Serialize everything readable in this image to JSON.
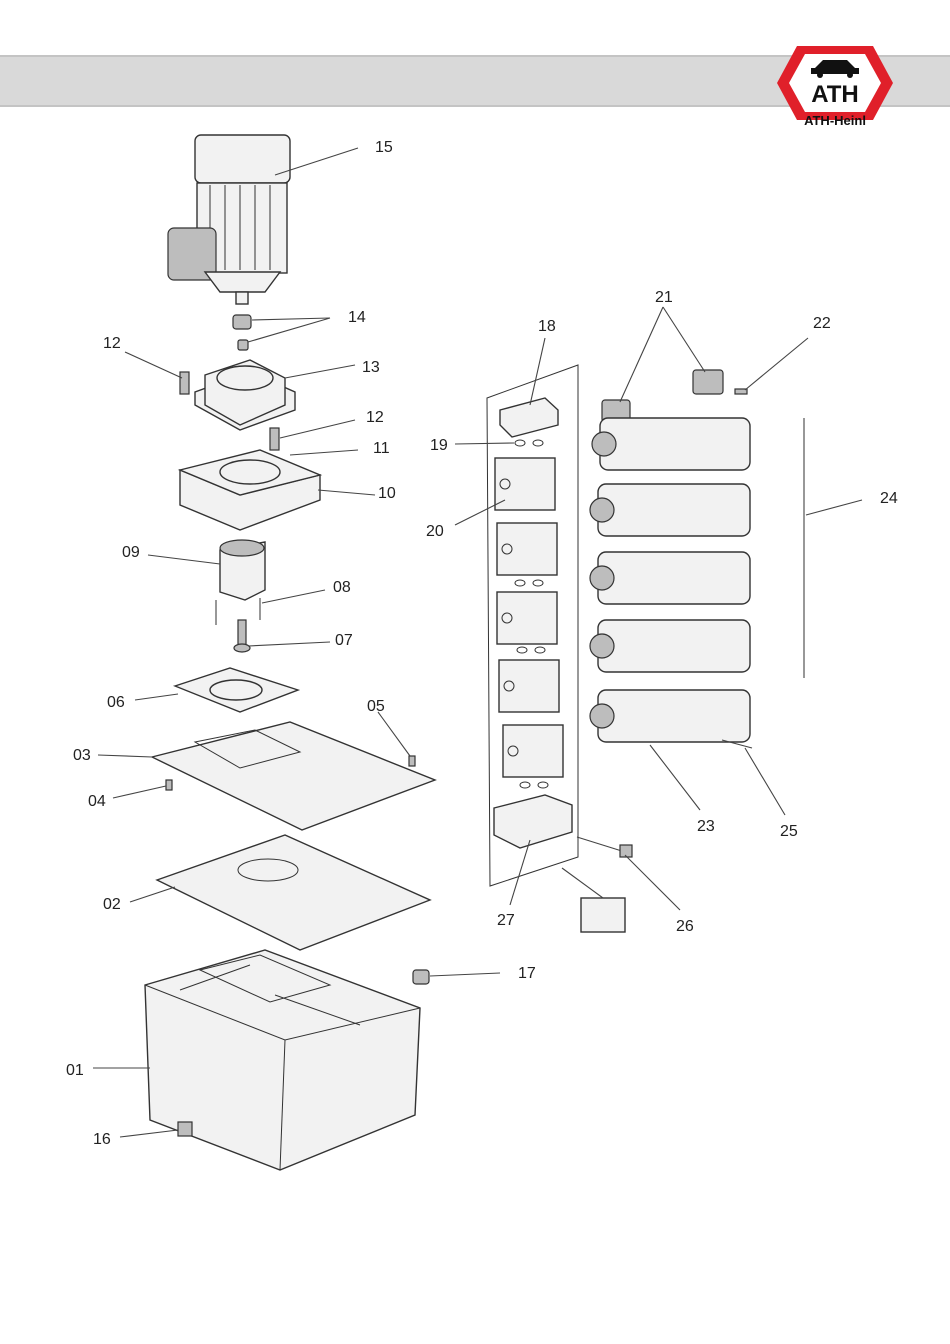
{
  "brand": {
    "logo_text": "ATH",
    "caption": "ATH-Heinl",
    "color": "#e0202a"
  },
  "parts": {
    "p01": "01",
    "p02": "02",
    "p03": "03",
    "p04": "04",
    "p05": "05",
    "p06": "06",
    "p07": "07",
    "p08": "08",
    "p09": "09",
    "p10": "10",
    "p11": "11",
    "p12a": "12",
    "p12b": "12",
    "p13": "13",
    "p14": "14",
    "p15": "15",
    "p16": "16",
    "p17": "17",
    "p18": "18",
    "p19": "19",
    "p20": "20",
    "p21": "21",
    "p22": "22",
    "p23": "23",
    "p24": "24",
    "p25": "25",
    "p26": "26",
    "p27": "27"
  },
  "callout_box": ""
}
